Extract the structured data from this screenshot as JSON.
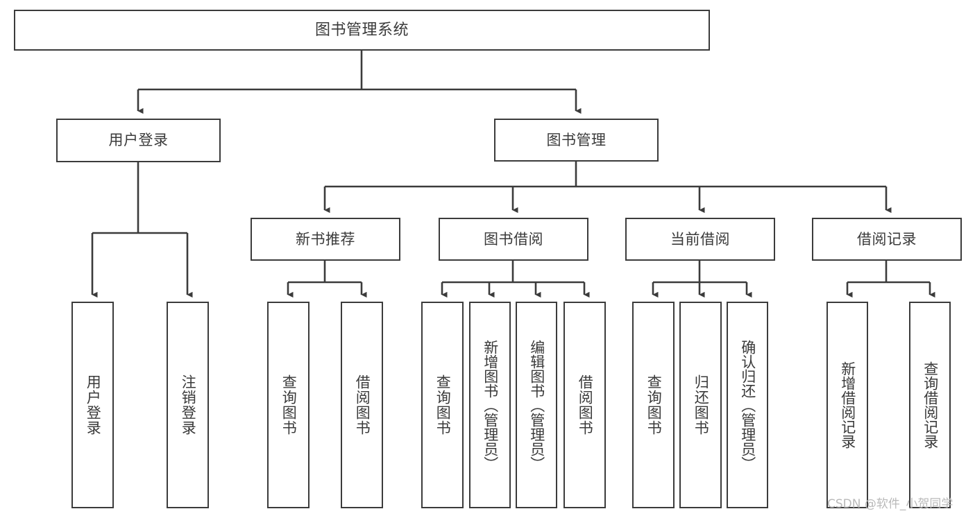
{
  "diagram": {
    "title": "图书管理系统",
    "watermark": "CSDN @软件_小贺同学",
    "line_color": "#3b3b3b",
    "text_color": "#3a3a3a",
    "background_color": "#ffffff"
  },
  "nodes": {
    "root": {
      "label": "图书管理系统"
    },
    "level2": [
      {
        "label": "用户登录"
      },
      {
        "label": "图书管理"
      }
    ],
    "level3": [
      {
        "label": "新书推荐"
      },
      {
        "label": "图书借阅"
      },
      {
        "label": "当前借阅"
      },
      {
        "label": "借阅记录"
      }
    ],
    "leaves": {
      "user_login": [
        {
          "label": "用户登录"
        },
        {
          "label": "注销登录"
        }
      ],
      "new_book_recommend": [
        {
          "label": "查询图书"
        },
        {
          "label": "借阅图书"
        }
      ],
      "book_borrow": [
        {
          "label": "查询图书"
        },
        {
          "label": "新增图书（管理员）"
        },
        {
          "label": "编辑图书（管理员）"
        },
        {
          "label": "借阅图书"
        }
      ],
      "current_borrow": [
        {
          "label": "查询图书"
        },
        {
          "label": "归还图书"
        },
        {
          "label": "确认归还（管理员）"
        }
      ],
      "borrow_record": [
        {
          "label": "新增借阅记录"
        },
        {
          "label": "查询借阅记录"
        }
      ]
    }
  }
}
